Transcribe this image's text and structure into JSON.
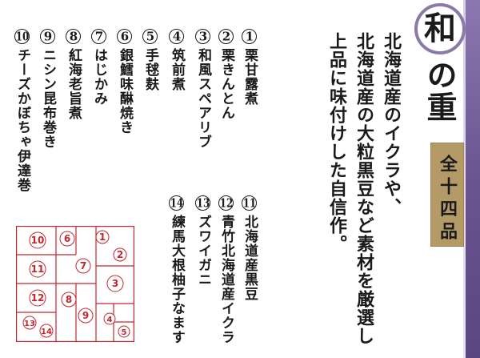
{
  "title": {
    "seal_char": "和",
    "rest": "の重"
  },
  "count": "全十四品",
  "description": [
    "北海道産のイクラや、",
    "北海道産の大粒黒豆など素材を厳選し",
    "上品に味付けした自信作。"
  ],
  "items": [
    {
      "num": "1",
      "name": "栗甘露煮"
    },
    {
      "num": "2",
      "name": "栗きんとん"
    },
    {
      "num": "3",
      "name": "和風スペアリブ"
    },
    {
      "num": "4",
      "name": "筑前煮"
    },
    {
      "num": "5",
      "name": "手毬麸"
    },
    {
      "num": "6",
      "name": "銀鱈味醂焼き"
    },
    {
      "num": "7",
      "name": "はじかみ"
    },
    {
      "num": "8",
      "name": "紅海老旨煮"
    },
    {
      "num": "9",
      "name": "ニシン昆布巻き"
    },
    {
      "num": "10",
      "name": "チーズかぼちゃ伊達巻"
    },
    {
      "num": "11",
      "name": "北海道産黒豆"
    },
    {
      "num": "12",
      "name": "青竹北海道産イクラ"
    },
    {
      "num": "13",
      "name": "ズワイガニ"
    },
    {
      "num": "14",
      "name": "練馬大根柚子なます"
    }
  ],
  "colors": {
    "band": "#6b5590",
    "seal_ring": "#8b7aa8",
    "count_box": "#b39a66",
    "diagram": "#c4262e"
  },
  "diagram_numbers": [
    "1",
    "2",
    "3",
    "4",
    "5",
    "6",
    "7",
    "8",
    "9",
    "10",
    "11",
    "12",
    "13",
    "14"
  ]
}
